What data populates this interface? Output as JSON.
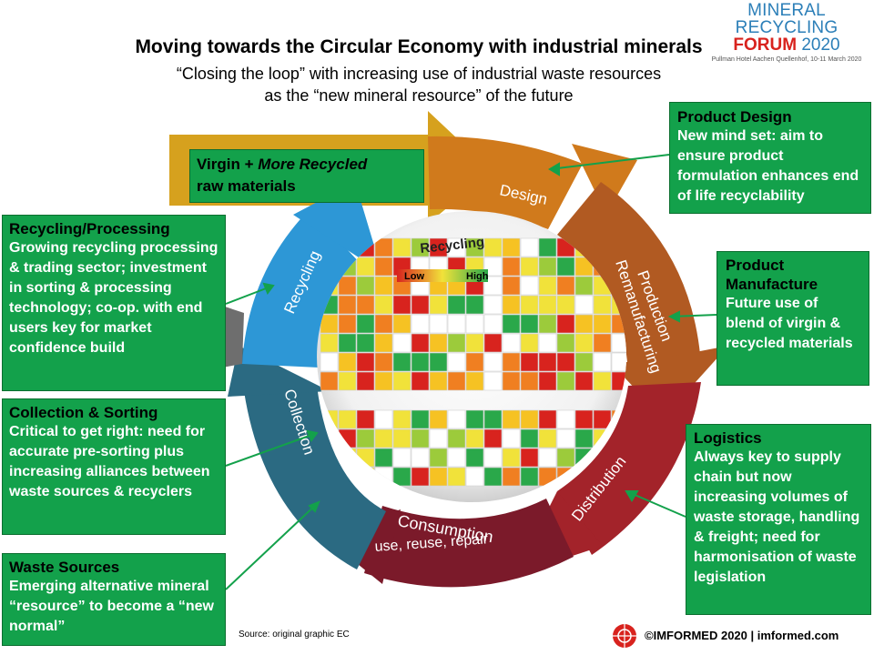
{
  "logo": {
    "line1": "MINERAL RECYCLING",
    "forum": "FORUM",
    "year": "2020",
    "venue": "Pullman Hotel Aachen Quellenhof, 10-11 March 2020"
  },
  "header": {
    "title": "Moving towards the Circular Economy with industrial minerals",
    "subtitle_line1": "“Closing the loop” with increasing use of industrial waste resources",
    "subtitle_line2": "as the “new mineral resource” of the future"
  },
  "cycle": {
    "design": "Design",
    "production": "Production",
    "remanufacturing": "Remanufacturing",
    "distribution": "Distribution",
    "consumption": "Consumption",
    "consumption_sub": "use, reuse, repair",
    "collection": "Collection",
    "recycling": "Recycling",
    "center_title": "Recycling",
    "scale_low": "Low",
    "scale_high": "High"
  },
  "boxes": {
    "virgin": {
      "head_a": "Virgin",
      "plus": "+",
      "head_b": "More Recycled",
      "body": "raw materials"
    },
    "design": {
      "head": "Product Design",
      "body": "New mind set: aim to ensure product formulation enhances end of life recyclability"
    },
    "recycling": {
      "head": "Recycling/Processing",
      "body": "Growing recycling processing & trading sector; investment in sorting & processing technology; co-op. with end users key for market confidence build"
    },
    "manufacture": {
      "head": "Product Manufacture",
      "body": "Future use of blend of virgin & recycled materials"
    },
    "collection": {
      "head": "Collection  & Sorting",
      "body": "Critical to get right: need for accurate pre-sorting plus increasing alliances between waste sources & recyclers"
    },
    "logistics": {
      "head": "Logistics",
      "body": "Always key to supply chain but now increasing volumes of waste storage, handling & freight; need for harmonisation of waste legislation"
    },
    "waste": {
      "head": "Waste Sources",
      "body": "Emerging alternative mineral “resource” to become a “new normal”"
    }
  },
  "footer": {
    "source": "Source: original graphic EC",
    "copyright": "©IMFORMED 2020  | imformed.com"
  },
  "colors": {
    "box_green": "#13a14b",
    "design_orange": "#d07a1c",
    "production_brown": "#b15a22",
    "distribution_red": "#a3232a",
    "consumption_maroon": "#7b1a2a",
    "collection_teal": "#2b6a82",
    "recycling_blue": "#2d97d6",
    "virgin_gold": "#d6a11e"
  }
}
